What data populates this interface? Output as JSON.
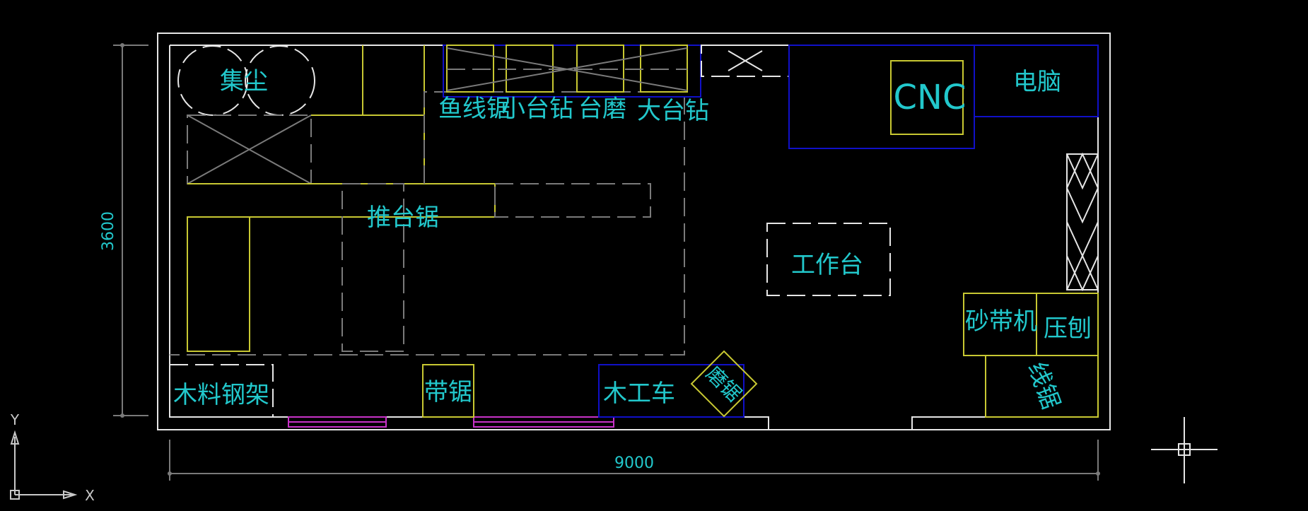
{
  "labels": {
    "dust_collector": "集尘",
    "scroll_saw": "鱼线锯",
    "small_drill": "小台钻",
    "bench_grinder": "台磨",
    "big_drill": "大台钻",
    "cnc": "CNC",
    "computer": "电脑",
    "table_saw": "推台锯",
    "workbench": "工作台",
    "belt_sander": "砂带机",
    "planer": "压刨",
    "wire_saw": "线锯",
    "wood_rack": "木料钢架",
    "band_saw": "带锯",
    "wood_cart": "木工车",
    "rotated_tool": "磨锯"
  },
  "dimensions": {
    "height": "3600",
    "width": "9000"
  },
  "ucs": {
    "x": "X",
    "y": "Y"
  },
  "colors": {
    "background": "#000000",
    "label": "#22c8cc",
    "wall": "#e6e6e6",
    "equipment": "#c8c832",
    "outline_blue": "#1010c8",
    "window": "#c832c8"
  }
}
